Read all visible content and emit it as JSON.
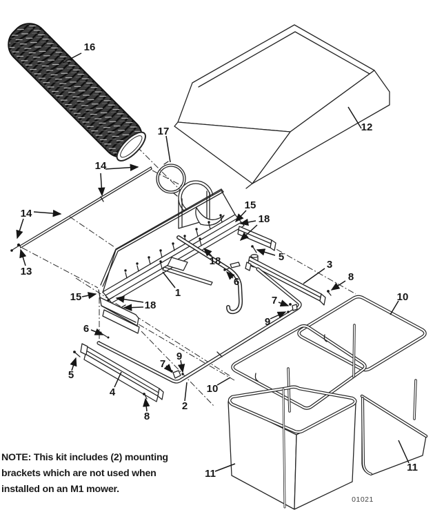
{
  "document": {
    "type": "exploded-parts-diagram",
    "background": "#ffffff",
    "line_color": "#242424",
    "text_color": "#161616"
  },
  "drawing_number": "01021",
  "note": {
    "line1": "NOTE: This kit includes (2) mounting",
    "line2": "brackets which are not used when",
    "line3": "installed on an M1 mower."
  },
  "callouts": [
    {
      "n": "16"
    },
    {
      "n": "12"
    },
    {
      "n": "17"
    },
    {
      "n": "14"
    },
    {
      "n": "14"
    },
    {
      "n": "13"
    },
    {
      "n": "15"
    },
    {
      "n": "18"
    },
    {
      "n": "5"
    },
    {
      "n": "3"
    },
    {
      "n": "8"
    },
    {
      "n": "18"
    },
    {
      "n": "6"
    },
    {
      "n": "1"
    },
    {
      "n": "7"
    },
    {
      "n": "9"
    },
    {
      "n": "10"
    },
    {
      "n": "15"
    },
    {
      "n": "18"
    },
    {
      "n": "6"
    },
    {
      "n": "5"
    },
    {
      "n": "4"
    },
    {
      "n": "7"
    },
    {
      "n": "9"
    },
    {
      "n": "2"
    },
    {
      "n": "8"
    },
    {
      "n": "10"
    },
    {
      "n": "11"
    },
    {
      "n": "11"
    }
  ]
}
